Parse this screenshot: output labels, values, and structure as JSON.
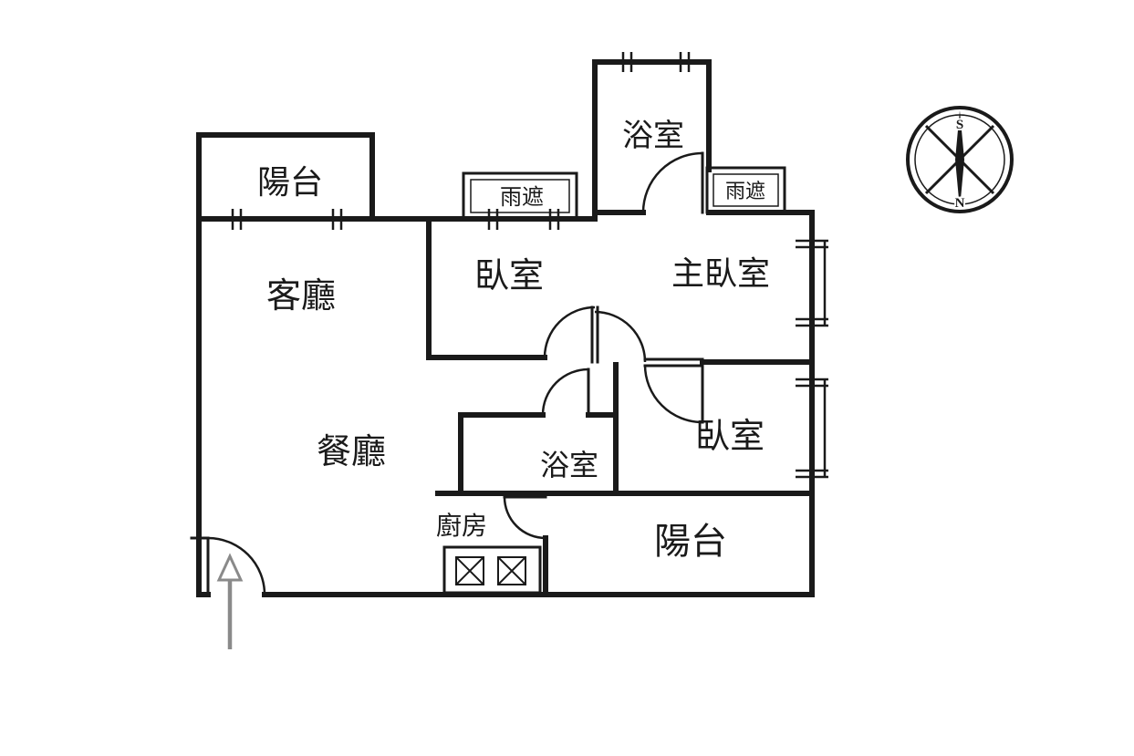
{
  "floorplan": {
    "rooms": {
      "balcony_top": {
        "label": "陽台"
      },
      "living_room": {
        "label": "客廳"
      },
      "bedroom_top": {
        "label": "臥室"
      },
      "bathroom_top": {
        "label": "浴室"
      },
      "master_bedroom": {
        "label": "主臥室"
      },
      "dining_room": {
        "label": "餐廳"
      },
      "bathroom_middle": {
        "label": "浴室"
      },
      "bedroom_right": {
        "label": "臥室"
      },
      "kitchen": {
        "label": "廚房"
      },
      "balcony_bottom": {
        "label": "陽台"
      }
    },
    "awnings": {
      "left": {
        "label": "雨遮"
      },
      "right": {
        "label": "雨遮"
      }
    },
    "compass": {
      "south": "S",
      "north": "N"
    },
    "colors": {
      "wall": "#1a1a1a",
      "entry_arrow": "#8a8a8a",
      "background": "#ffffff"
    }
  }
}
